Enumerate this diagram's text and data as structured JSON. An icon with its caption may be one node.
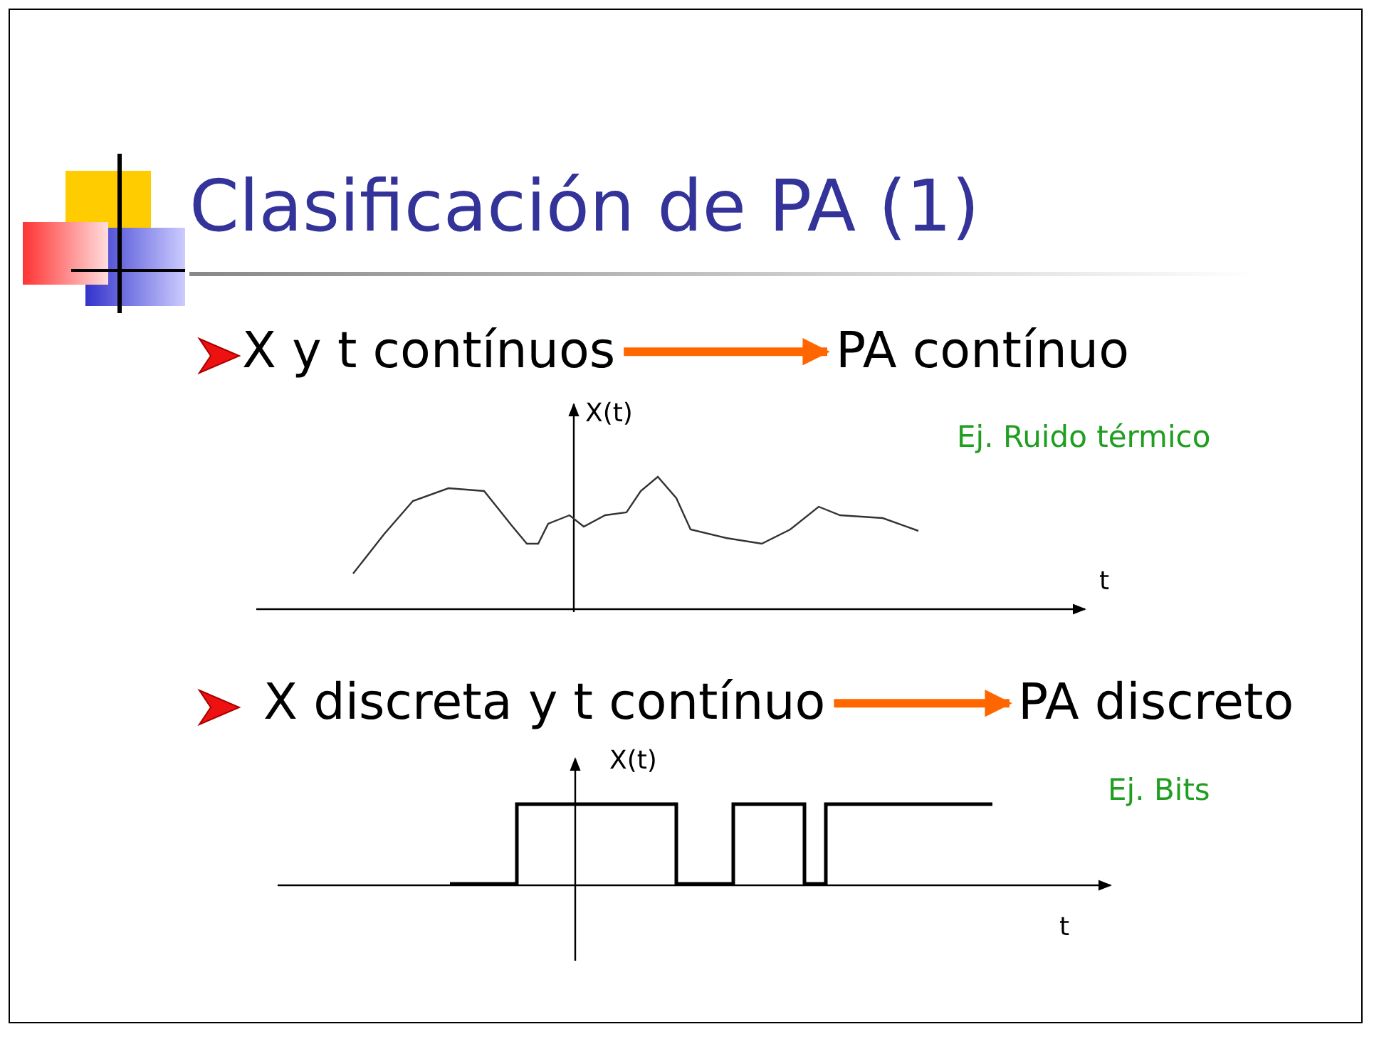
{
  "diagram": {
    "title": "Clasificación de PA (1)",
    "nodes": [
      {
        "text": [
          "X y t contínuos"
        ]
      },
      {
        "text": [
          "PA contínuo"
        ]
      },
      {
        "text": [
          "X discreta y t contínuo"
        ]
      },
      {
        "text": [
          "PA discreto"
        ]
      }
    ],
    "edges": [
      {
        "from": 0,
        "to": 1,
        "arrow": "to",
        "color": "#ff6600"
      },
      {
        "from": 2,
        "to": 3,
        "arrow": "to",
        "color": "#ff6600"
      }
    ],
    "labels": [
      "X(t)",
      "Ej. Ruido térmico",
      "t",
      "X(t)",
      "Ej. Bits",
      "t"
    ]
  }
}
